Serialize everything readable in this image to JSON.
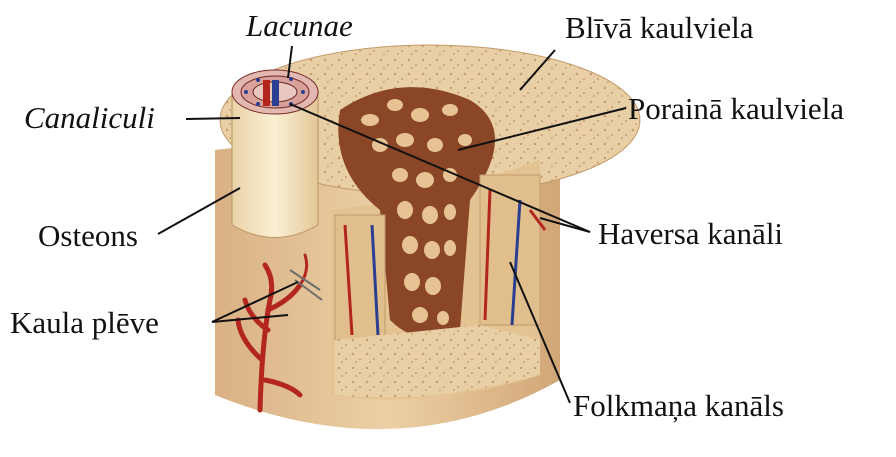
{
  "labels": {
    "lacunae": "Lacunae",
    "canaliculi": "Canaliculi",
    "osteons": "Osteons",
    "kaula_pleve": "Kaula plēve",
    "bliva_kaulviela": "Blīvā kaulviela",
    "poraina_kaulviela": "Porainā kaulviela",
    "haversa_kanali": "Haversa kanāli",
    "folkmana_kanals": "Folkmaņa kanāls"
  },
  "colors": {
    "bone_light": "#efd9b4",
    "bone_mid": "#dfb98a",
    "bone_dark": "#b98a5c",
    "spongy_cavity": "#7a3a22",
    "artery": "#b3261e",
    "vein": "#2a3f8f",
    "osteon": "#f4e4c0",
    "leader": "#111111"
  }
}
